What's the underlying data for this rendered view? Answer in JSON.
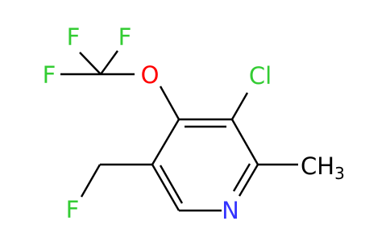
{
  "molecule": {
    "atoms": {
      "f1": {
        "label": "F",
        "color": "#33cc33"
      },
      "f2": {
        "label": "F",
        "color": "#33cc33"
      },
      "f3": {
        "label": "F",
        "color": "#33cc33"
      },
      "o": {
        "label": "O",
        "color": "#ff0000"
      },
      "cl": {
        "label": "Cl",
        "color": "#33cc33"
      },
      "f4": {
        "label": "F",
        "color": "#33cc33"
      },
      "n": {
        "label": "N",
        "color": "#3333ff"
      },
      "ch3_c": {
        "label": "CH",
        "color": "#000000"
      },
      "ch3_sub": {
        "label": "3",
        "color": "#000000"
      }
    }
  }
}
